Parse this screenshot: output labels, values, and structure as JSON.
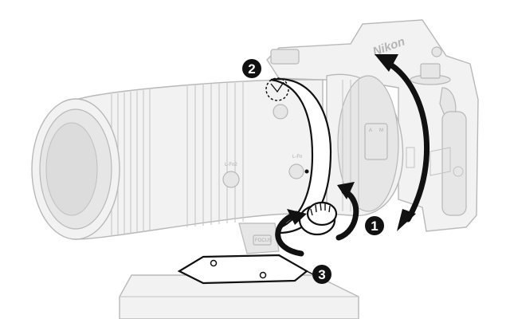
{
  "image": {
    "camera_logo": "Nikon",
    "lens_markings": [
      "L-Fn2",
      "L-Fn",
      "A",
      "M",
      "FOCUS"
    ],
    "callouts": [
      "1",
      "2",
      "3"
    ],
    "icons": [
      "rotate-clockwise-arrow",
      "rotate-counterclockwise-arrow",
      "knob-tighten-arrow",
      "index-dot-marker"
    ]
  }
}
